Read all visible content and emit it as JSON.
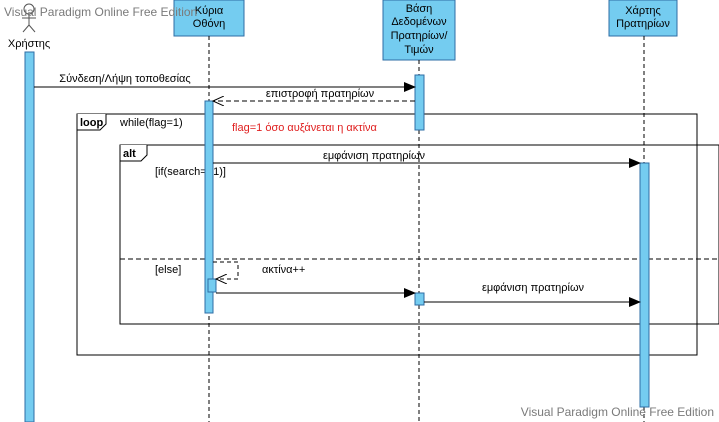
{
  "watermark": "Visual Paradigm Online Free Edition",
  "actor": {
    "name": "Χρήστης"
  },
  "lifelines": {
    "main": {
      "line1": "Κύρια",
      "line2": "Οθόνη"
    },
    "db": {
      "line1": "Βάση",
      "line2": "Δεδομένων",
      "line3": "Πρατηρίων/",
      "line4": "Τιμών"
    },
    "map": {
      "line1": "Χάρτης",
      "line2": "Πρατηρίων"
    }
  },
  "messages": {
    "login": "Σύνδεση/Λήψη τοποθεσίας",
    "return_stations": "επιστροφή πρατηρίων",
    "show_stations_1": "εμφάνιση πρατηρίων",
    "radius_increment": "ακτίνα++",
    "show_stations_2": "εμφάνιση πρατηρίων"
  },
  "fragments": {
    "loop": {
      "keyword": "loop",
      "guard": "while(flag=1)",
      "note": "flag=1  όσο αυξάνεται η ακτίνα"
    },
    "alt": {
      "keyword": "alt",
      "guard1": "[if(search==1)]",
      "guard2": "[else]"
    }
  },
  "colors": {
    "box_fill": "#74ccf0",
    "box_stroke": "#2e6da4",
    "line": "#000000",
    "note": "#e02020",
    "watermark": "#7a7a7a"
  }
}
